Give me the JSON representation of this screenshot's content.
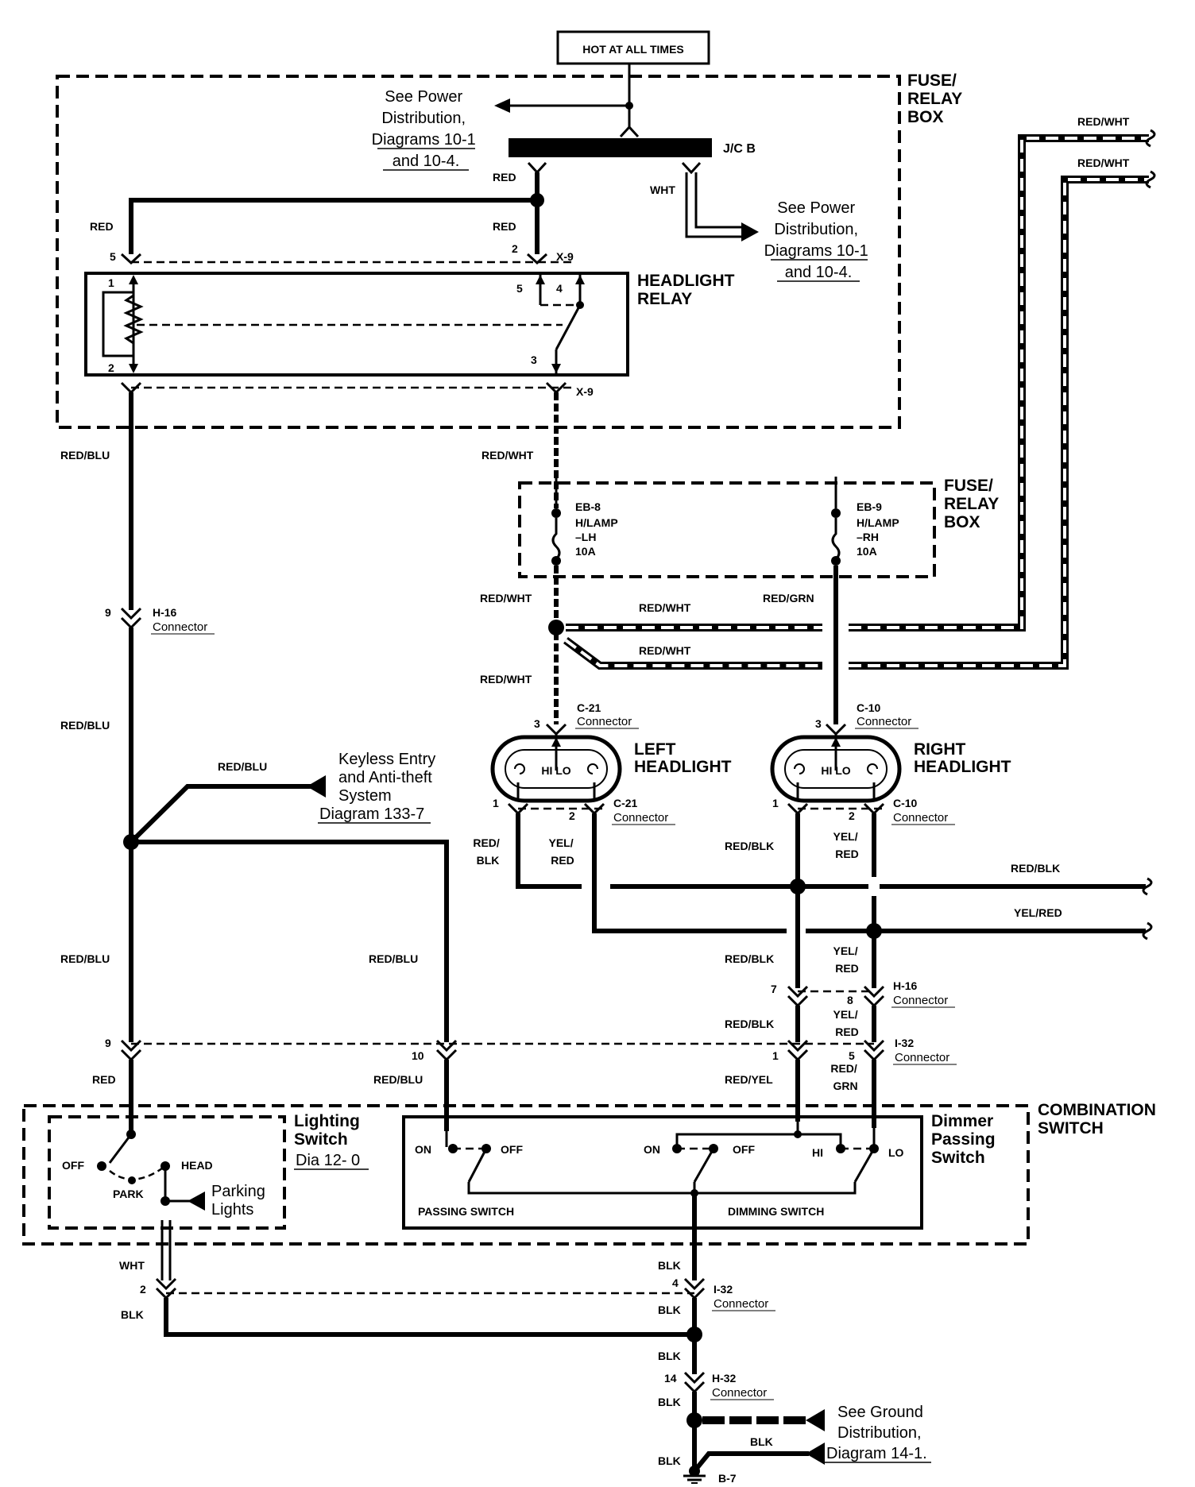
{
  "power": {
    "hot_label": "HOT AT ALL TIMES"
  },
  "fuse_box_top": {
    "title": [
      "FUSE/",
      "RELAY",
      "BOX"
    ],
    "jcb": "J/C B"
  },
  "fuse_box_mid": {
    "title": [
      "FUSE/",
      "RELAY",
      "BOX"
    ]
  },
  "refs": {
    "power_dist_1": [
      "See Power",
      "Distribution,",
      "Diagrams 10-1",
      "and 10-4."
    ],
    "power_dist_2": [
      "See Power",
      "Distribution,",
      "Diagrams 10-1",
      "and 10-4."
    ],
    "keyless": [
      "Keyless Entry",
      "and Anti-theft",
      "System",
      "Diagram 133-7"
    ],
    "ground": [
      "See Ground",
      "Distribution,",
      "Diagram 14-1."
    ]
  },
  "relay": {
    "title": [
      "HEADLIGHT",
      "RELAY"
    ],
    "pins": [
      "1",
      "2",
      "3",
      "4",
      "5"
    ]
  },
  "fuses": [
    {
      "id": "EB-8",
      "name": "H/LAMP",
      "side": "–LH",
      "rating": "10A"
    },
    {
      "id": "EB-9",
      "name": "H/LAMP",
      "side": "–RH",
      "rating": "10A"
    }
  ],
  "headlights": {
    "left": {
      "title": [
        "LEFT",
        "HEADLIGHT"
      ],
      "beams": "HI LO",
      "connector": "C-21",
      "connector_word": "Connector"
    },
    "right": {
      "title": [
        "RIGHT",
        "HEADLIGHT"
      ],
      "beams": "HI LO",
      "connector": "C-10",
      "connector_word": "Connector"
    }
  },
  "combo": {
    "title": [
      "COMBINATION",
      "SWITCH"
    ],
    "lighting": {
      "title": [
        "Lighting",
        "Switch"
      ],
      "ref": "Dia 12- 0",
      "off": "OFF",
      "head": "HEAD",
      "park": "PARK",
      "parking": [
        "Parking",
        "Lights"
      ]
    },
    "dimmer": {
      "title": [
        "Dimmer",
        "Passing",
        "Switch"
      ],
      "on1": "ON",
      "off1": "OFF",
      "on2": "ON",
      "off2": "OFF",
      "hi": "HI",
      "lo": "LO",
      "passing": "PASSING SWITCH",
      "dimming": "DIMMING SWITCH"
    }
  },
  "connectors": {
    "x9": "X-9",
    "h16": "H-16",
    "i32": "I-32",
    "h32": "H-32",
    "word": "Connector",
    "ground": "B-7"
  },
  "wires": {
    "red": "RED",
    "red_wht": "RED/WHT",
    "wht": "WHT",
    "red_blu": "RED/BLU",
    "red_grn": "RED/GRN",
    "red_blk": "RED/BLK",
    "red_blk_a": "RED/",
    "red_blk_b": "BLK",
    "yel_red": "YEL/RED",
    "yel_red_a": "YEL/",
    "yel_red_b": "RED",
    "red_yel": "RED/YEL",
    "red_grn_a": "RED/",
    "red_grn_b": "GRN",
    "blk": "BLK"
  },
  "pins": {
    "p1": "1",
    "p2": "2",
    "p3": "3",
    "p4": "4",
    "p5": "5",
    "p7": "7",
    "p8": "8",
    "p9": "9",
    "p10": "10",
    "p14": "14"
  }
}
